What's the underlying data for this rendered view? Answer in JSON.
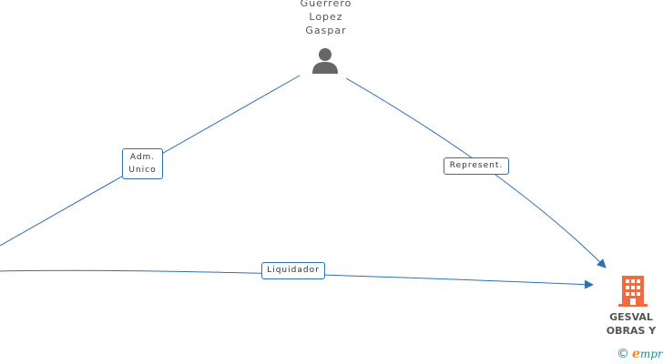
{
  "person": {
    "name_lines": [
      "Guerrero",
      "Lopez",
      "Gaspar"
    ],
    "icon": "person-icon"
  },
  "relations": {
    "adm": [
      "Adm.",
      "Unico"
    ],
    "represent": "Represent.",
    "liquidador": "Liquidador"
  },
  "company": {
    "name_lines": [
      "GESVAL",
      "OBRAS Y"
    ],
    "icon": "building-icon",
    "color": "#f26a3d"
  },
  "watermark": {
    "symbol": "©",
    "brand_initial": "e",
    "brand_rest": "mpresia"
  },
  "colors": {
    "edge": "#2e6fb7",
    "text": "#555555"
  }
}
